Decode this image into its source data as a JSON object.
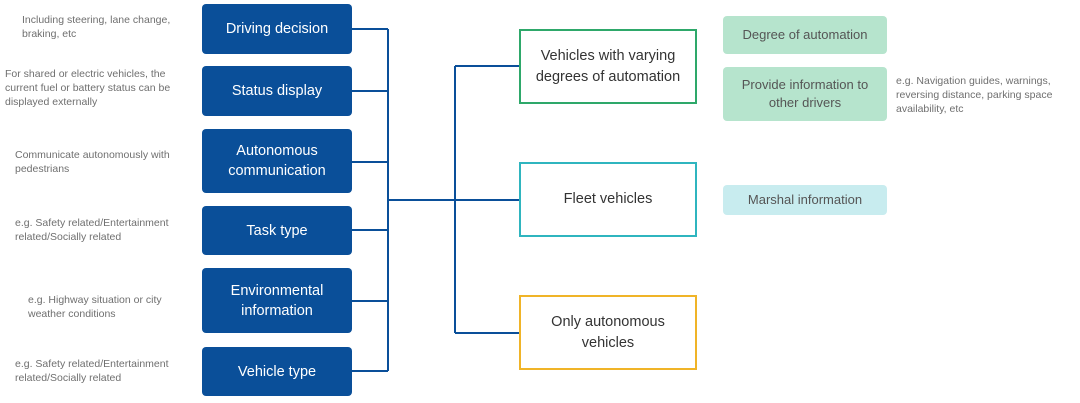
{
  "colors": {
    "category_box": "#0a4f99",
    "connector": "#0a4f99",
    "automation_border": "#2ea86a",
    "fleet_border": "#2fb5bf",
    "autonomous_border": "#f0b428",
    "green_tag": "#b6e4cd",
    "teal_tag": "#c8ecef"
  },
  "categories": [
    {
      "label": "Driving decision",
      "note": "Including steering, lane change, braking, etc"
    },
    {
      "label": "Status display",
      "note": "For shared or electric vehicles, the current fuel or battery status can be displayed externally"
    },
    {
      "label": "Autonomous\ncommunication",
      "note": "Communicate autonomously with pedestrians"
    },
    {
      "label": "Task type",
      "note": "e.g. Safety related/Entertainment related/Socially related"
    },
    {
      "label": "Environmental\ninformation",
      "note": "e.g. Highway situation or city weather conditions"
    },
    {
      "label": "Vehicle type",
      "note": "e.g. Safety related/Entertainment related/Socially related"
    }
  ],
  "vehicle_types": [
    {
      "label": "Vehicles with varying\ndegrees of automation"
    },
    {
      "label": "Fleet vehicles"
    },
    {
      "label": "Only autonomous\nvehicles"
    }
  ],
  "details": {
    "degree_of_automation": "Degree of automation",
    "provide_info": "Provide information to\nother drivers",
    "provide_info_note": "e.g. Navigation guides, warnings, reversing distance, parking space availability, etc",
    "marshal_info": "Marshal information"
  }
}
